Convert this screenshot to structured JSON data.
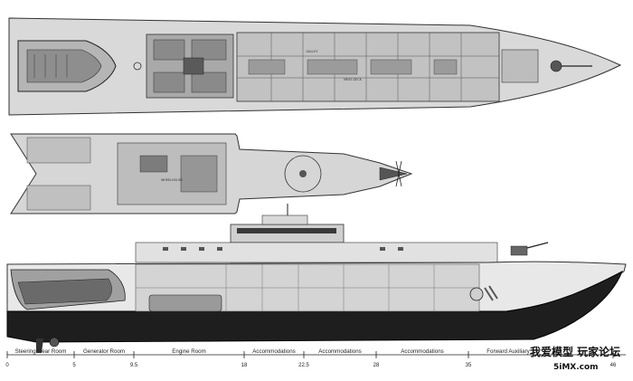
{
  "plan_labels": {
    "mess_deck": "MESS DECK",
    "galley": "GALLEY",
    "wheelhouse": "WHEELHOUSE"
  },
  "sections": [
    {
      "label": "Steering Gear Room",
      "from": 0,
      "to": 5
    },
    {
      "label": "Generator Room",
      "from": 5,
      "to": 9.5
    },
    {
      "label": "Engine Room",
      "from": 9.5,
      "to": 18
    },
    {
      "label": "Accommodations",
      "from": 18,
      "to": 22.5
    },
    {
      "label": "Accommodations",
      "from": 22.5,
      "to": 28
    },
    {
      "label": "Accommodations",
      "from": 28,
      "to": 35
    },
    {
      "label": "Forward Auxiliary",
      "from": 35,
      "to": 46
    }
  ],
  "ticks": [
    "0",
    "5",
    "9.5",
    "18",
    "22.5",
    "28",
    "35",
    "46"
  ],
  "watermark": {
    "line1": "我爱模型 玩家论坛",
    "line2": "5iMX.com"
  },
  "colors": {
    "hull_dark": "#1e1e1e",
    "hull_light": "#e8e8e8",
    "superstructure": "#d4d4d4",
    "deck_plan": "#cfcfcf",
    "accent_rescue": "#6a6a6a"
  }
}
